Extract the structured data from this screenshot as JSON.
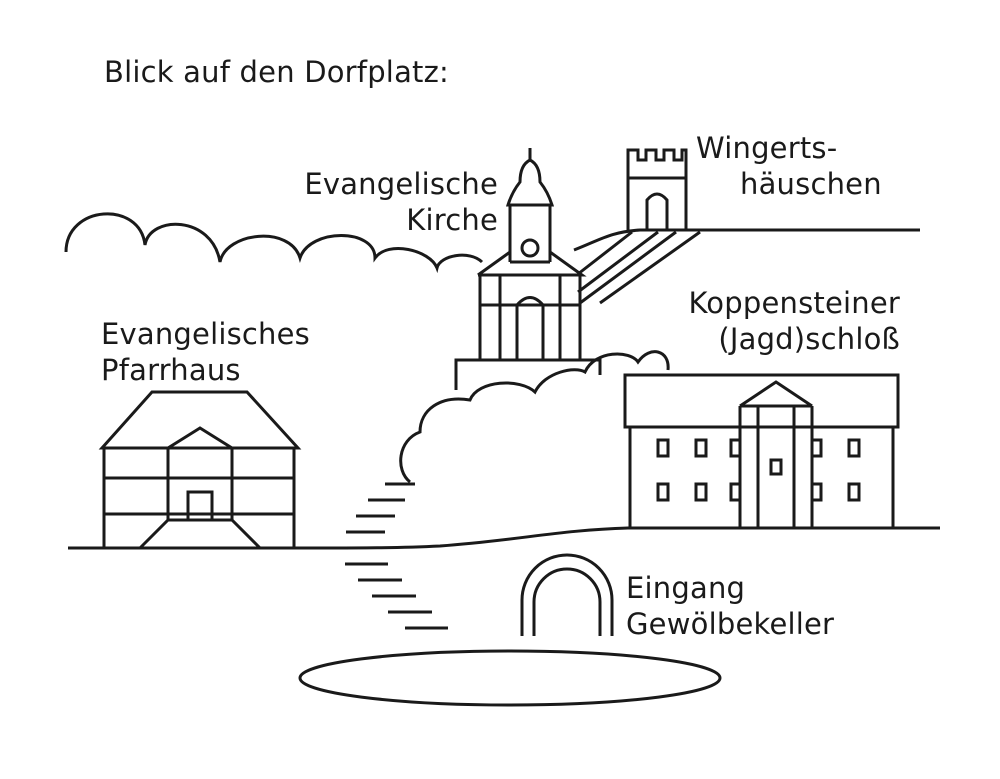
{
  "heading": "Blick auf den Dorfplatz:",
  "labels": {
    "kirche": [
      "Evangelische",
      "Kirche"
    ],
    "wingert": [
      "Wingerts-",
      "häuschen"
    ],
    "pfarrhaus": [
      "Evangelisches",
      "Pfarrhaus"
    ],
    "schloss": [
      "Koppensteiner",
      "(Jagd)schloß"
    ],
    "keller": [
      "Eingang",
      "Gewölbekeller"
    ]
  },
  "colors": {
    "line": "#1a1a1a",
    "background": "#ffffff"
  }
}
